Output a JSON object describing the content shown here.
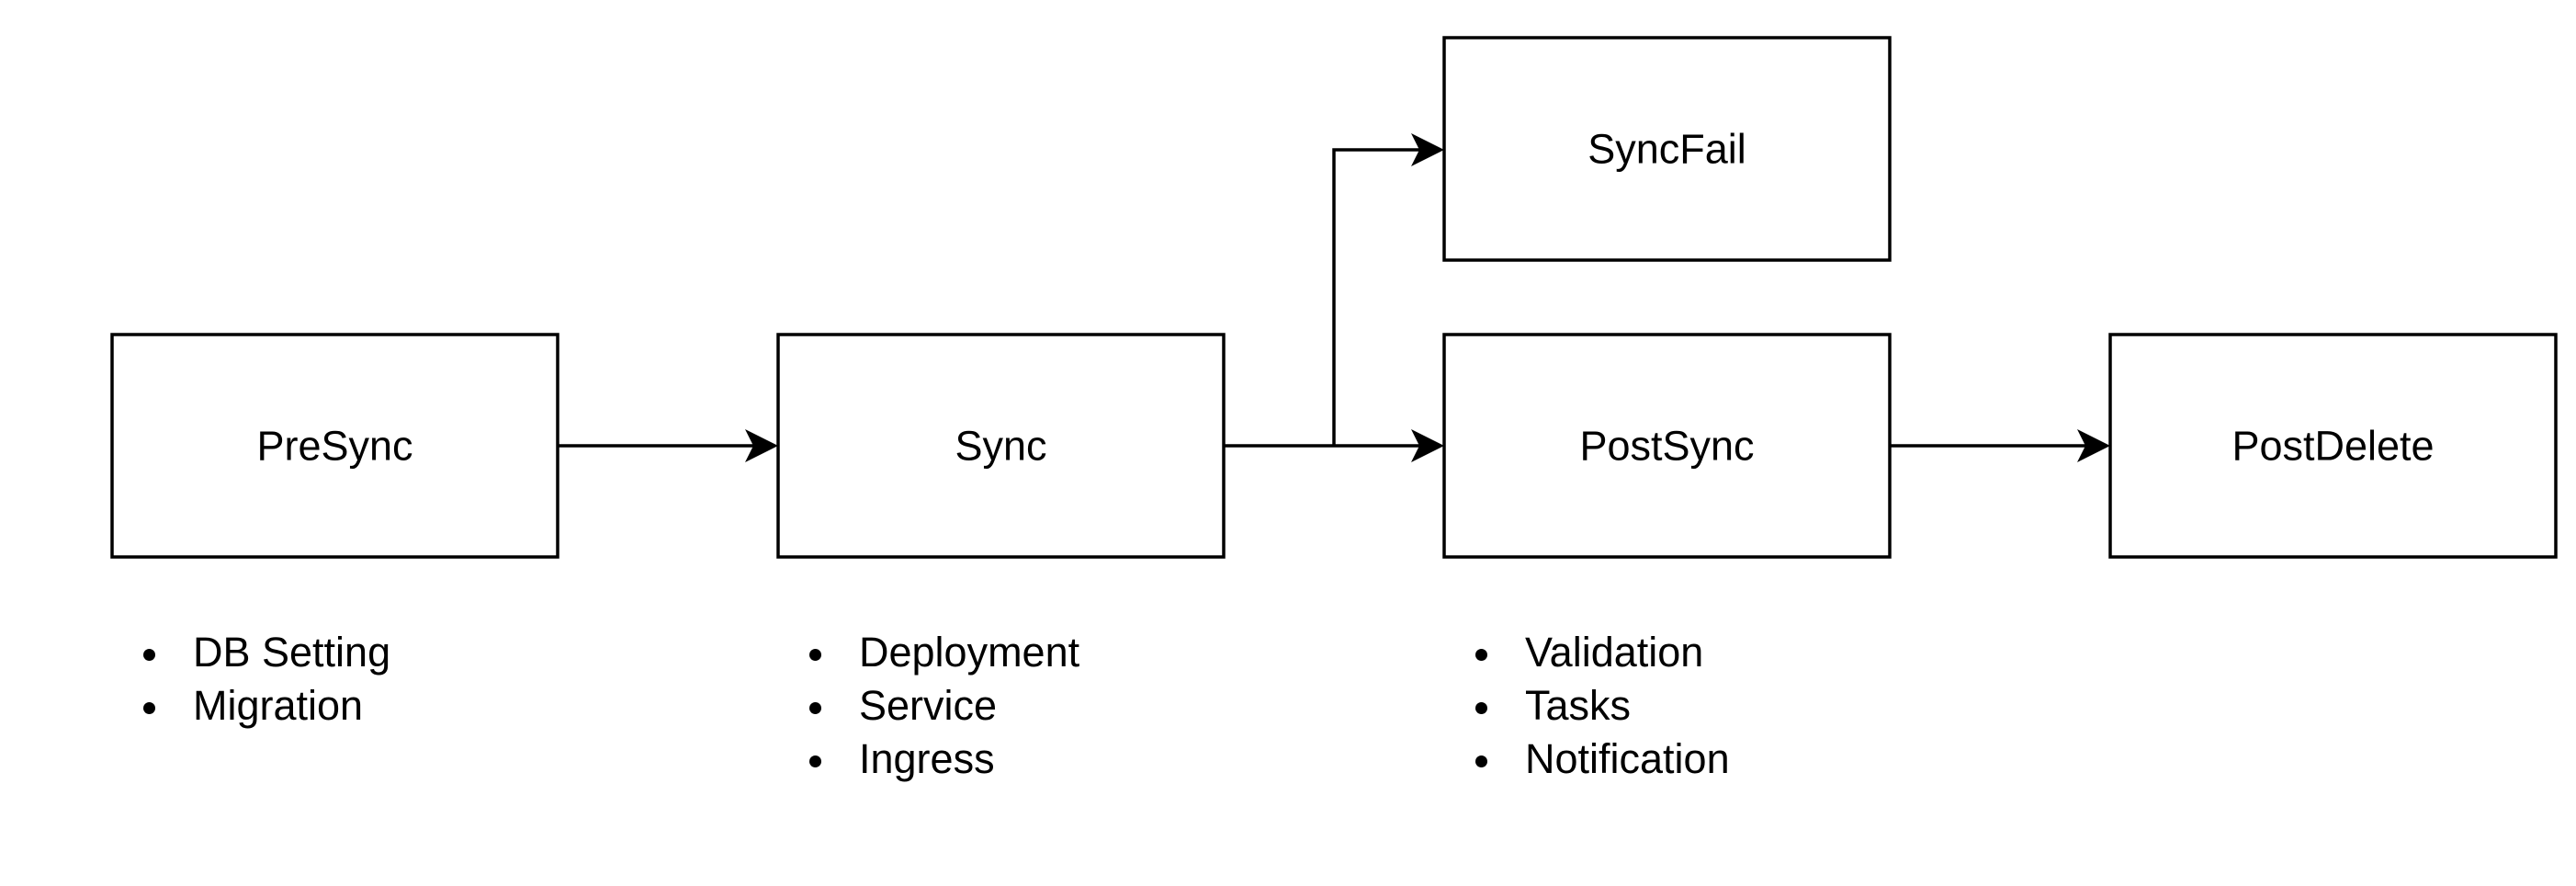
{
  "nodes": {
    "presync": "PreSync",
    "sync": "Sync",
    "syncfail": "SyncFail",
    "postsync": "PostSync",
    "postdelete": "PostDelete"
  },
  "notes": {
    "presync": [
      "DB Setting",
      "Migration"
    ],
    "sync": [
      "Deployment",
      "Service",
      "Ingress"
    ],
    "postsync": [
      "Validation",
      "Tasks",
      "Notification"
    ]
  },
  "colors": {
    "stroke": "#000000",
    "fill": "#ffffff"
  }
}
